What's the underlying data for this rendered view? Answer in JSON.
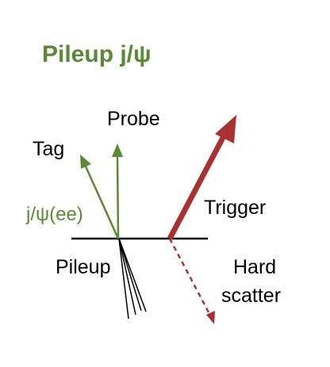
{
  "title": "Pileup j/ψ",
  "labels": {
    "probe": "Probe",
    "tag": "Tag",
    "jpsi": "j/ψ(ee)",
    "trigger": "Trigger",
    "pileup": "Pileup",
    "hard": "Hard",
    "scatter": "scatter"
  },
  "colors": {
    "green": "#5a8a35",
    "red": "#a83232",
    "black": "#000000"
  }
}
